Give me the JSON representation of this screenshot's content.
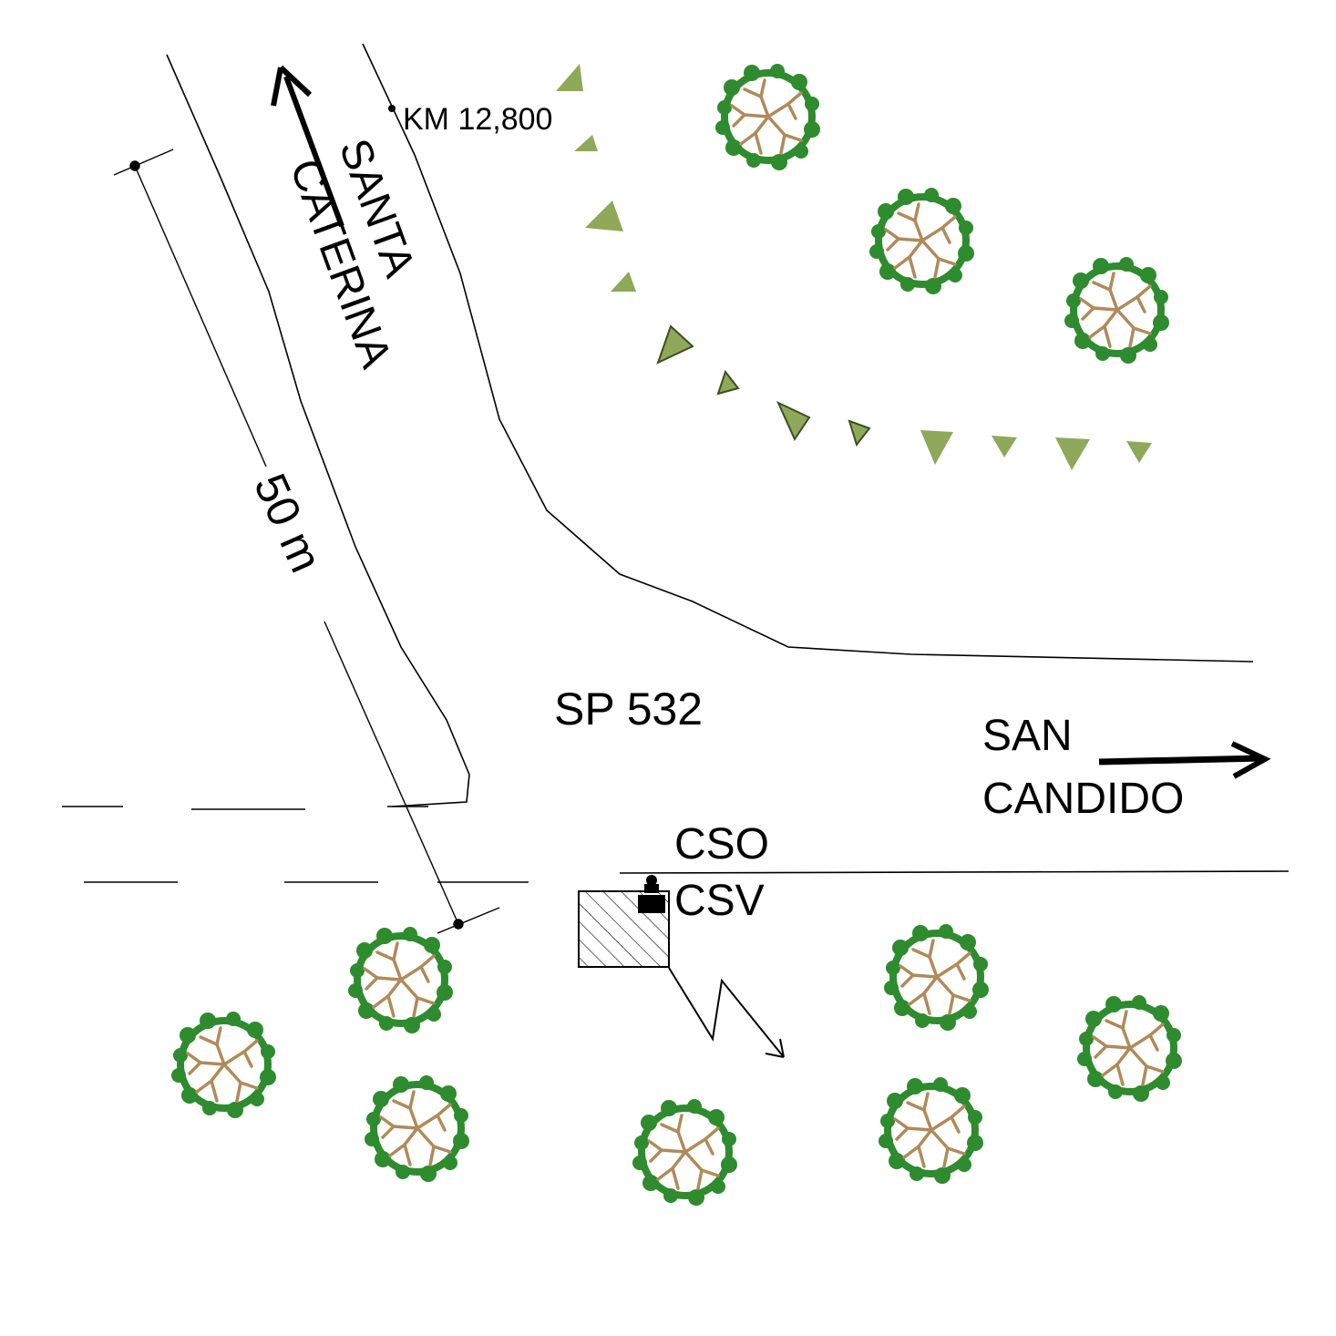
{
  "labels": {
    "km_marker": "KM 12,800",
    "road_name": "SP 532",
    "direction_north": "SANTA CATERINA",
    "direction_north_line1": "SANTA",
    "direction_north_line2": "CATERINA",
    "direction_east_line1": "SAN",
    "direction_east_line2": "CANDIDO",
    "dimension": "50 m",
    "station_cso": "CSO",
    "station_csv": "CSV"
  },
  "colors": {
    "line": "#000000",
    "tree_canopy": "#2e8b2e",
    "tree_branch": "#b08a5a",
    "shrub_triangle": "#8fa85a",
    "shrub_outline": "#3f4d20"
  },
  "icons": {
    "tree": "tree-icon",
    "shrub": "shrub-triangle-icon",
    "arrow": "direction-arrow-icon",
    "lightning": "lightning-bolt-icon",
    "sensor": "sensor-icon"
  }
}
